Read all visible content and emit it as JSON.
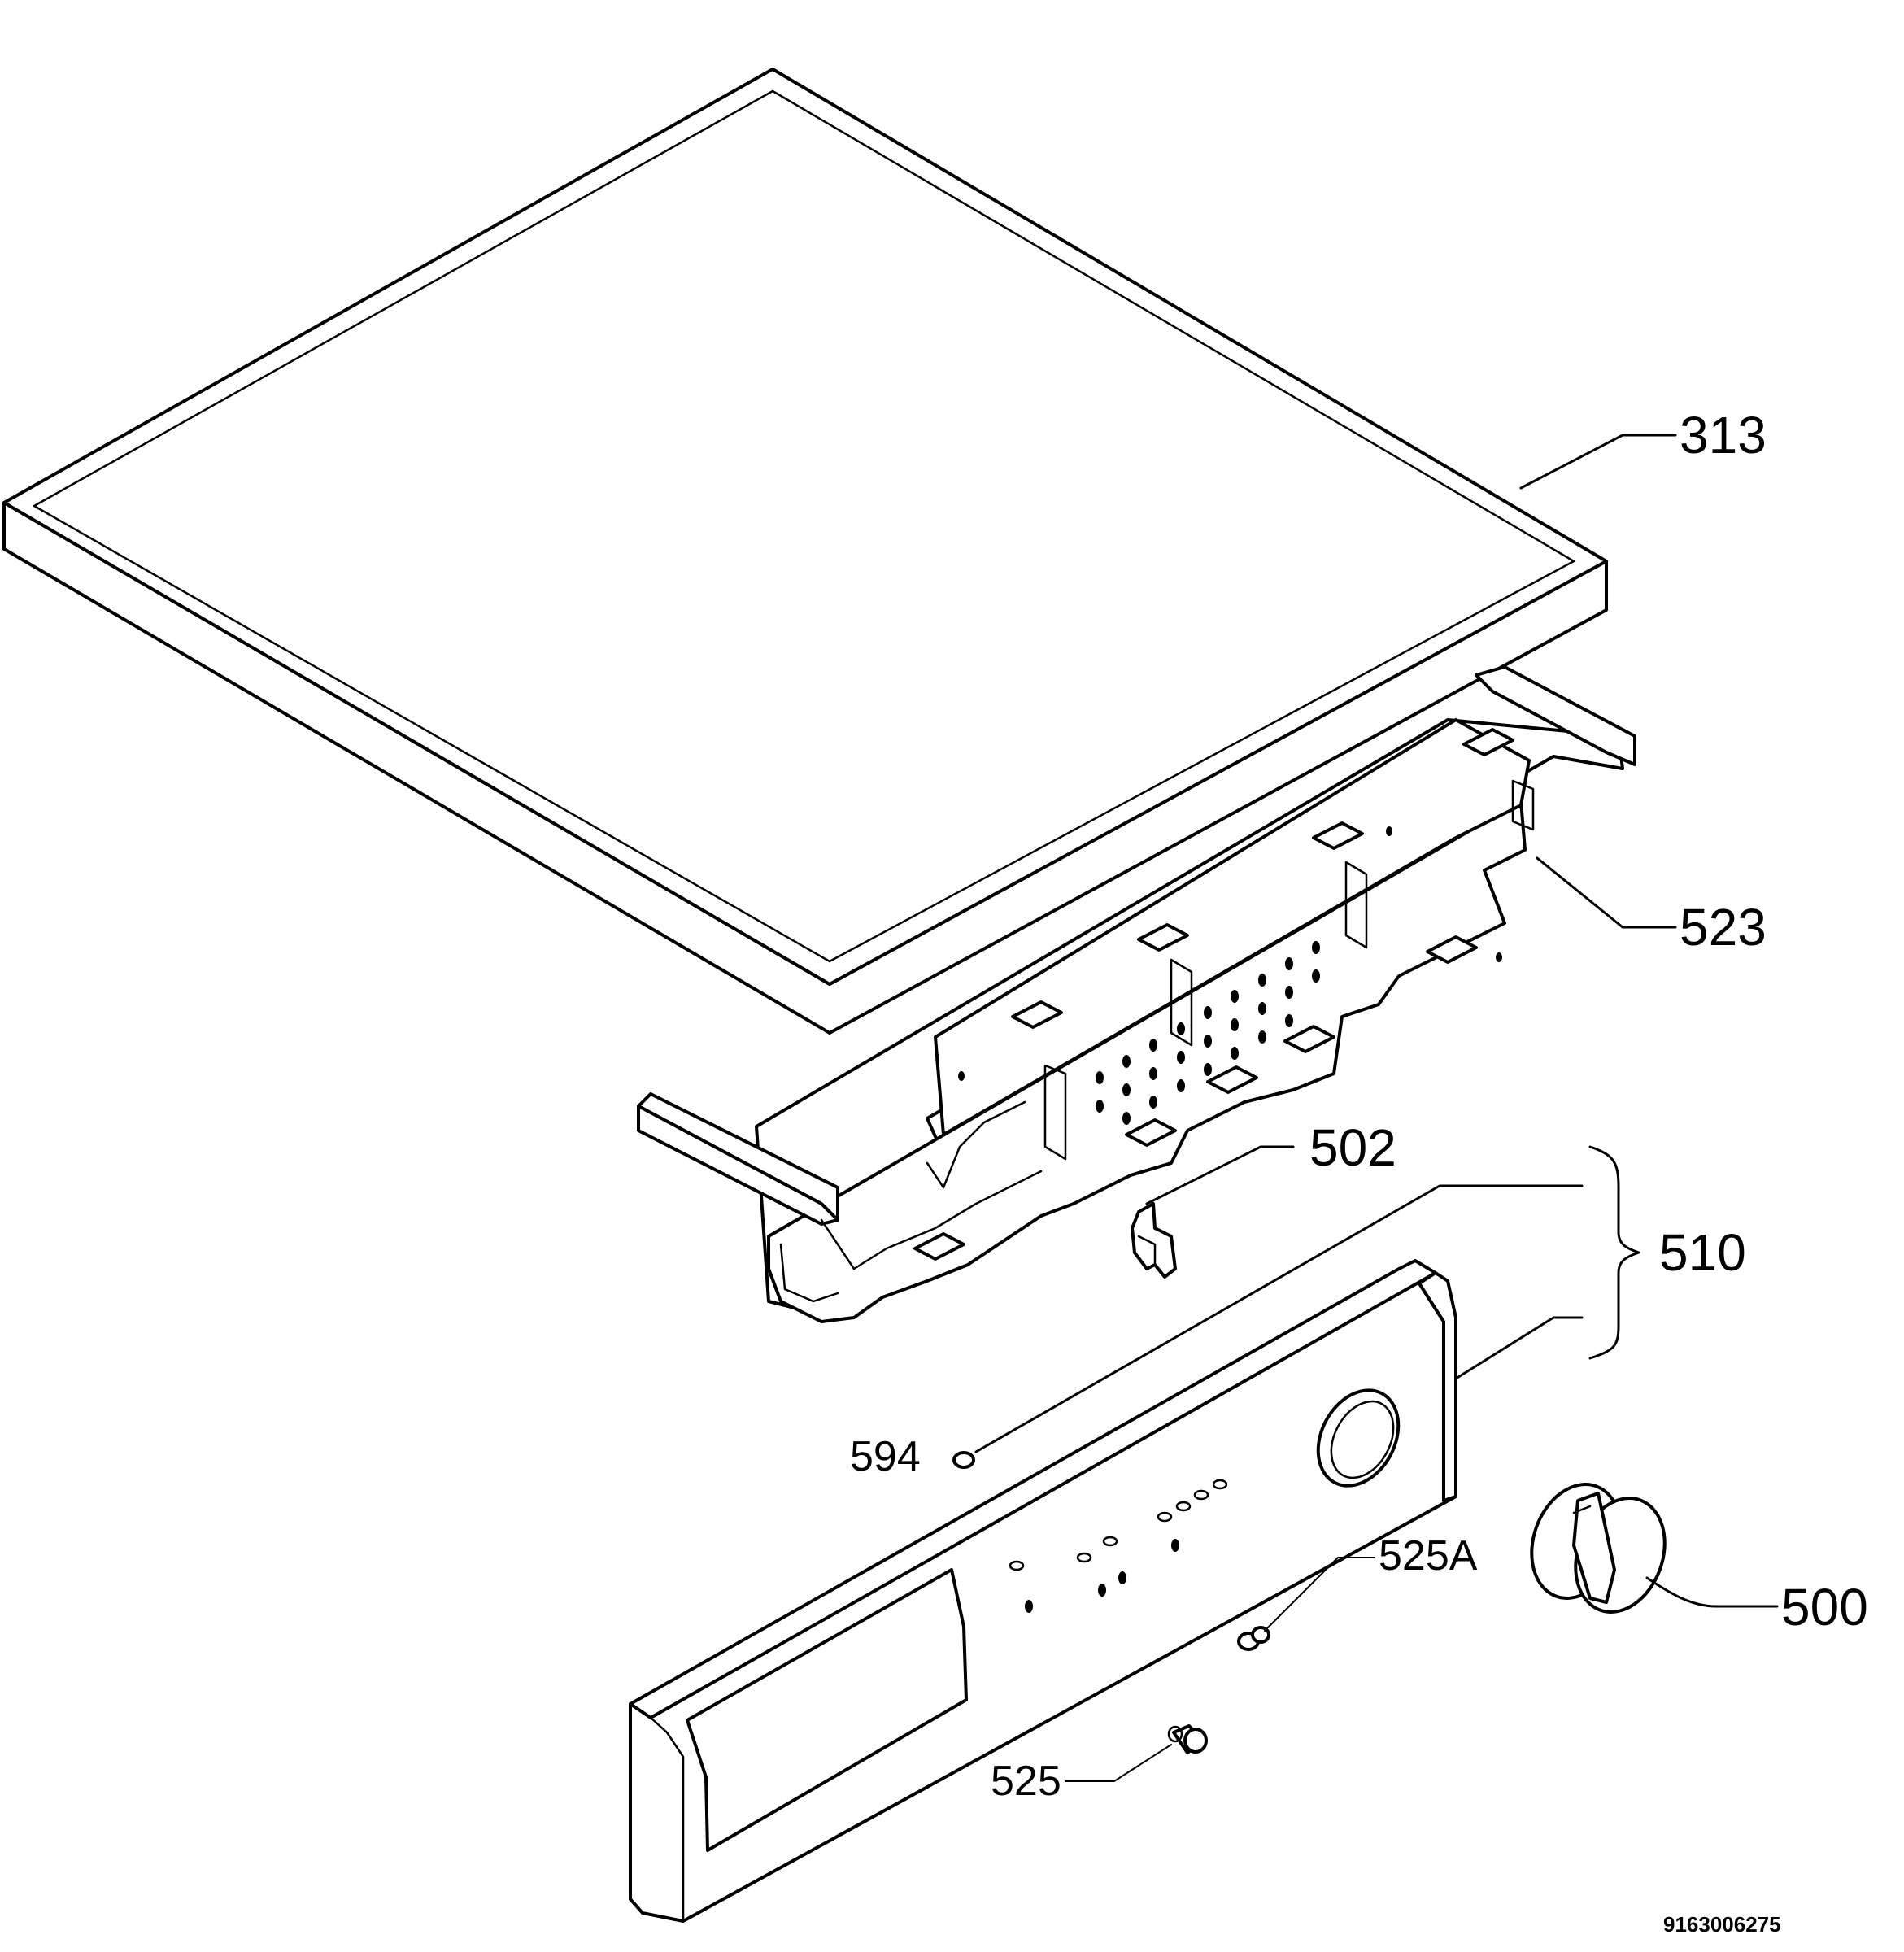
{
  "diagram": {
    "callouts": {
      "c313": "313",
      "c523": "523",
      "c502": "502",
      "c510": "510",
      "c594": "594",
      "c525a": "525A",
      "c500": "500",
      "c525": "525"
    },
    "document_number": "9163006275"
  }
}
